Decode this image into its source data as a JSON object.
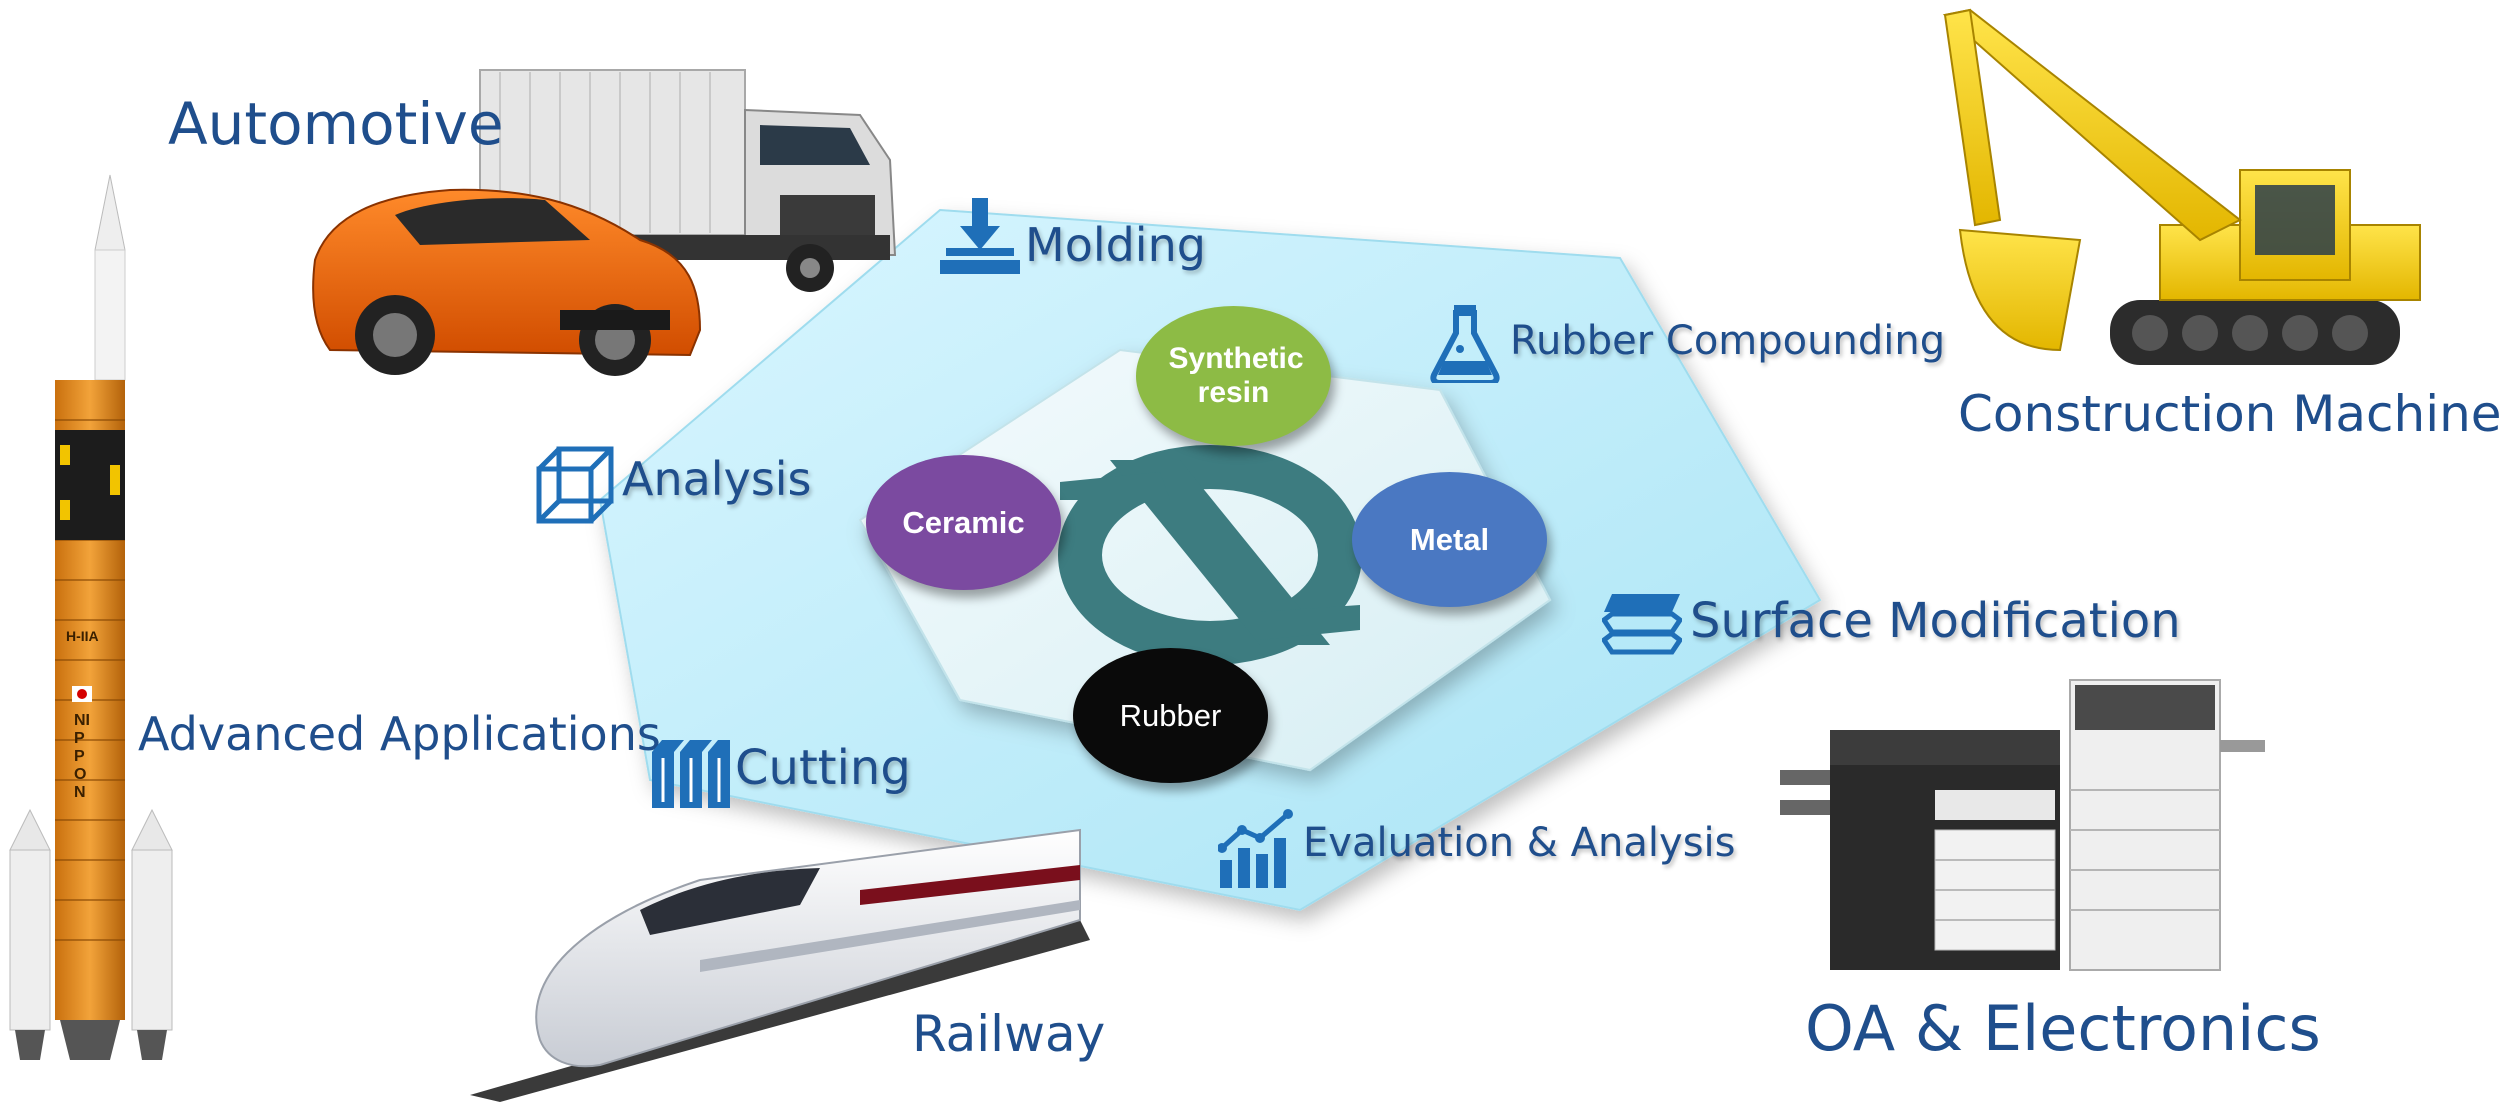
{
  "applications": {
    "automotive": "Automotive",
    "construction": "Construction Machinery",
    "advanced": "Advanced Applications",
    "railway": "Railway",
    "oa": "OA & Electronics"
  },
  "processes": {
    "molding": "Molding",
    "rubber_compounding": "Rubber Compounding",
    "analysis": "Analysis",
    "surface_modification": "Surface Modification",
    "cutting": "Cutting",
    "evaluation": "Evaluation & Analysis"
  },
  "materials": {
    "synthetic_resin": "Synthetic resin",
    "ceramic": "Ceramic",
    "metal": "Metal",
    "rubber": "Rubber"
  },
  "rocket_text": {
    "model": "H-IIA",
    "nation": "NIPPON"
  },
  "colors": {
    "label_blue": "#1f4e8c",
    "hex_fill": "#bdeefa",
    "logo": "#3d7c80",
    "synthetic_resin": "#8dbb45",
    "ceramic": "#7b4aa0",
    "metal": "#4a78c2",
    "rubber": "#0a0a0a"
  },
  "icons": [
    "download-tray-icon",
    "flask-icon",
    "cube-wireframe-icon",
    "layers-icon",
    "box-stack-icon",
    "growth-chart-icon"
  ]
}
